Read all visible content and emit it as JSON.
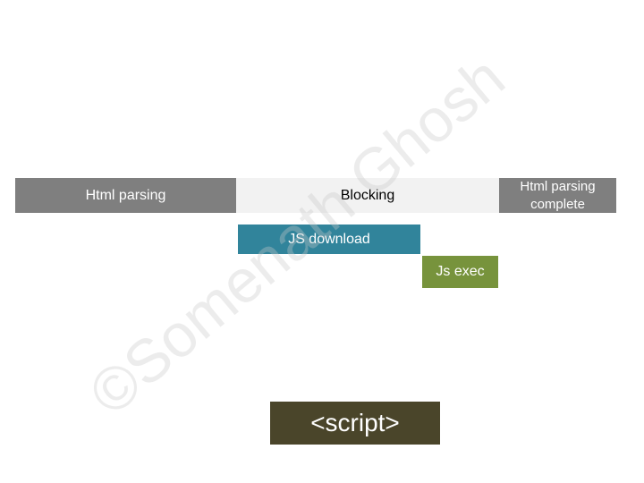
{
  "diagram": {
    "html_parsing": "Html parsing",
    "blocking": "Blocking",
    "html_parsing_complete": "Html parsing complete",
    "js_download": "JS download",
    "js_exec": "Js exec",
    "script_tag": "<script>"
  },
  "watermark": "©Somenath Ghosh",
  "colors": {
    "parsing": "#7f7f7f",
    "blocking": "#f2f2f2",
    "download": "#31849b",
    "exec": "#77933c",
    "script": "#4a452a"
  }
}
